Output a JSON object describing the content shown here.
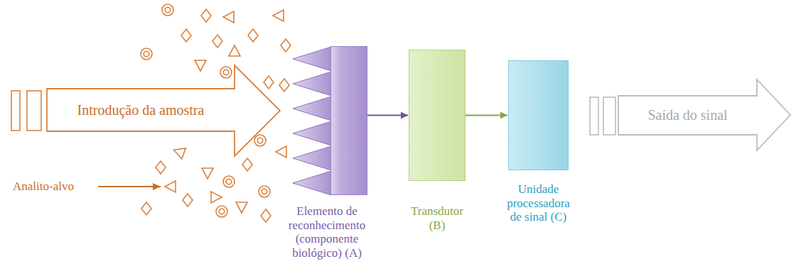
{
  "diagram": {
    "nodes": [
      {
        "text": [
          "Introdução da amostra"
        ]
      },
      {
        "text": [
          "Elemento de reconhecimento (componente biológico) (A)"
        ]
      },
      {
        "text": [
          "Transdutor (B)"
        ]
      },
      {
        "text": [
          "Unidade processadora de sinal (C)"
        ]
      },
      {
        "text": [
          "Saída do sinal"
        ]
      }
    ],
    "edges": [
      {
        "from": 1,
        "to": 2,
        "arrow": "to"
      },
      {
        "from": 2,
        "to": 3,
        "arrow": "to"
      }
    ],
    "labels": [
      "Analito-alvo"
    ]
  }
}
